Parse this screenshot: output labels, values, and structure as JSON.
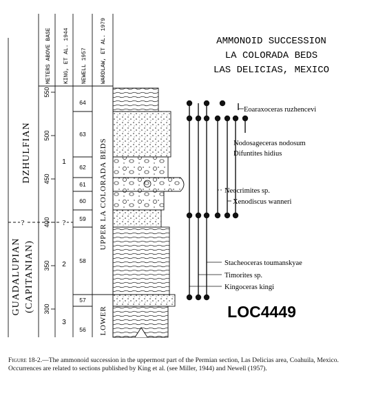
{
  "title": {
    "line1": "AMMONOID SUCCESSION",
    "line2": "LA COLORADA BEDS",
    "line3": "LAS DELICIAS, MEXICO"
  },
  "column_headers": {
    "meters": "METERS ABOVE BASE",
    "king": "KING, ET AL. 1944",
    "newell": "NEWELL 1957",
    "wardlaw": "WARDLAW, ET AL. 1979"
  },
  "stages": {
    "dzhulfian": "DZHULFIAN",
    "guadalupian": "GUADALUPIAN",
    "capitanian": "(CAPITANIAN)",
    "boundary_mark": "?"
  },
  "meter_ticks": [
    "550",
    "500",
    "450",
    "400",
    "350",
    "300"
  ],
  "king_units": [
    "1",
    "2",
    "3"
  ],
  "king_boundary_mark": "?",
  "newell_units": [
    "64",
    "63",
    "62",
    "61",
    "60",
    "59",
    "58",
    "57",
    "56"
  ],
  "wardlaw_units": {
    "upper": "UPPER LA COLORADA BEDS",
    "lower": "LOWER"
  },
  "taxa": [
    "Eoaraxoceras ruzhencevi",
    "Nodosageceras nodosum",
    "Difuntites hidius",
    "Neocrimites sp.",
    "Xenodiscus wanneri",
    "Stacheoceras toumanskyae",
    "Timorites sp.",
    "Kingoceras kingi"
  ],
  "stamp": "LOC4449",
  "caption": {
    "lead": "Figure 18-2.",
    "text": "—The ammonoid succession in the uppermost part of the Permian section, Las Delicias area, Coahuila, Mexico. Occurrences are related to sections published by King et al. (see Miller, 1944) and Newell (1957)."
  }
}
